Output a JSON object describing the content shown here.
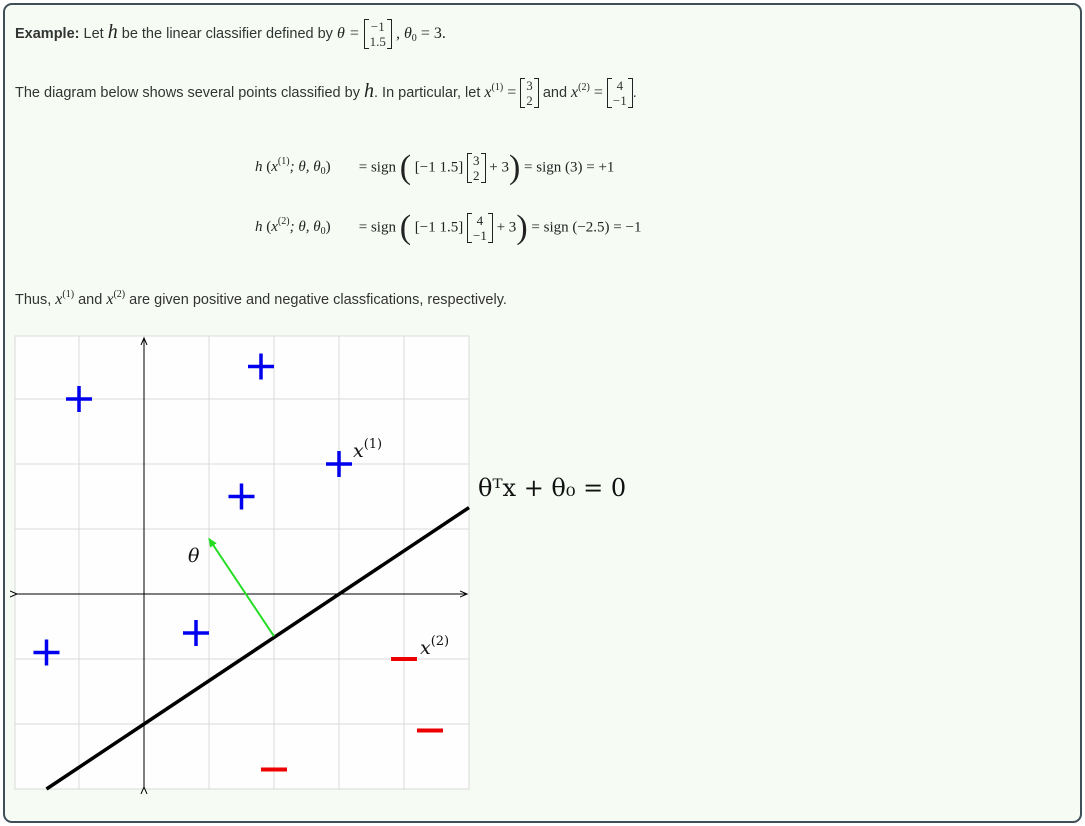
{
  "example": {
    "label": "Example:",
    "text_before": "Let",
    "h": "h",
    "text_mid": "be the linear classifier defined by",
    "theta_eq": "θ =",
    "theta_vec": [
      "−1",
      "1.5"
    ],
    "theta0_eq": ", θ",
    "theta0_sub": "0",
    "theta0_val": "= 3."
  },
  "line2": {
    "text_a": "The diagram below shows several points classified by",
    "h": "h",
    "text_b": ". In particular, let",
    "x": "x",
    "sup1": "(1)",
    "eq": "=",
    "vec1": [
      "3",
      "2"
    ],
    "and": "and",
    "sup2": "(2)",
    "vec2": [
      "4",
      "−1"
    ],
    "end": "."
  },
  "equations": [
    {
      "lhs_h": "h",
      "lhs_sup": "(1)",
      "lhs_args": "; θ, θ",
      "rhs_sign": "= sign",
      "row_vec": "[−1   1.5]",
      "col_vec": [
        "3",
        "2"
      ],
      "plus": "+ 3",
      "result": "= sign (3) = +1"
    },
    {
      "lhs_h": "h",
      "lhs_sup": "(2)",
      "lhs_args": "; θ, θ",
      "rhs_sign": "= sign",
      "row_vec": "[−1   1.5]",
      "col_vec": [
        "4",
        "−1"
      ],
      "plus": "+ 3",
      "result": "= sign (−2.5) = −1"
    }
  ],
  "thus": {
    "text_a": "Thus,",
    "x": "x",
    "sup1": "(1)",
    "and": "and",
    "sup2": "(2)",
    "text_b": "are given positive and negative classfications, respectively."
  },
  "diagram": {
    "boundary_label": "θᵀx + θ₀ = 0",
    "theta_label": "θ",
    "x1_label": "x",
    "x1_sup": "(1)",
    "x2_label": "x",
    "x2_sup": "(2)",
    "positive_points": [
      [
        -1,
        3
      ],
      [
        -1.5,
        -0.9
      ],
      [
        1.8,
        3.5
      ],
      [
        1.5,
        1.5
      ],
      [
        0.8,
        -0.6
      ],
      [
        3,
        2
      ]
    ],
    "negative_points": [
      [
        4,
        -1
      ],
      [
        4.4,
        -2.1
      ],
      [
        2,
        -2.7
      ]
    ],
    "theta_arrow": {
      "from": [
        2,
        -0.65
      ],
      "to": [
        1,
        0.85
      ]
    },
    "boundary_line": {
      "from": [
        -1.5,
        -3
      ],
      "to": [
        5,
        1.33
      ]
    },
    "colors": {
      "positive": "#0000ee",
      "negative": "#ee0000",
      "theta": "#22dd22",
      "boundary": "#000000",
      "grid": "#d9d9d9"
    }
  }
}
